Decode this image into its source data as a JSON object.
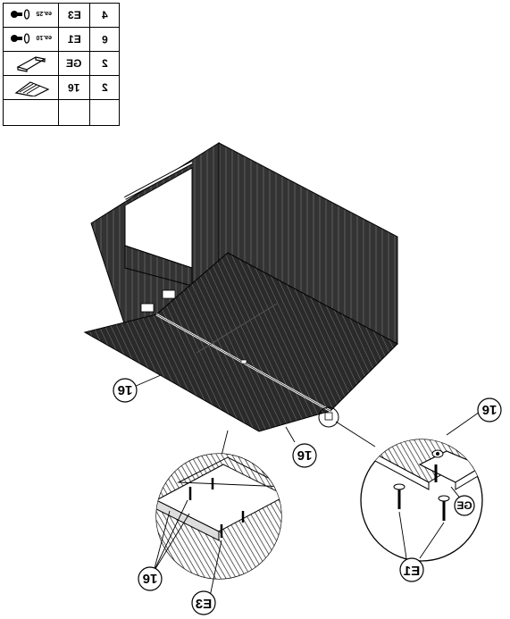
{
  "parts_table": {
    "rows": [
      {
        "icon": "bolt-washer-icon",
        "note": "ea.25",
        "code": "E3",
        "qty": "4"
      },
      {
        "icon": "bolt-washer-icon",
        "note": "ea.10",
        "code": "E1",
        "qty": "6"
      },
      {
        "icon": "bracket-icon",
        "note": "",
        "code": "GE",
        "qty": "2"
      },
      {
        "icon": "panel-icon",
        "note": "",
        "code": "16",
        "qty": "2"
      }
    ]
  },
  "callouts": {
    "main_left": "16",
    "main_bottom": "16",
    "detail_right_top": "16",
    "detail_right_bracket": "GE",
    "detail_right_screw": "E1",
    "detail_left_panels": "16",
    "detail_left_screw": "E3"
  }
}
